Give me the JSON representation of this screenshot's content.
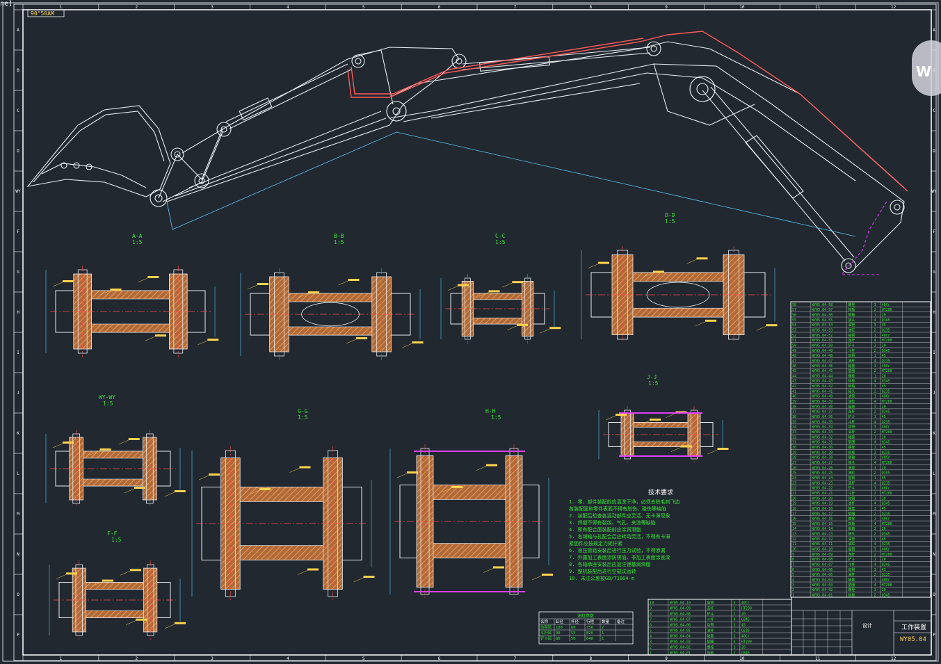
{
  "window": {
    "corner_text": "ne]"
  },
  "title_stamp": "90°50AM",
  "watermark": "W",
  "border_columns": [
    "1",
    "2",
    "3",
    "4",
    "5",
    "6",
    "7",
    "8",
    "9",
    "10",
    "11",
    "12"
  ],
  "border_rows": [
    "A",
    "B",
    "C",
    "D",
    "WY",
    "F",
    "G",
    "H",
    "I",
    "J",
    "K",
    "L",
    "M",
    "N",
    "O",
    "P"
  ],
  "sections": {
    "aa": {
      "label": "A-A",
      "scale": "1:5"
    },
    "bb": {
      "label": "B-B",
      "scale": "1:5"
    },
    "cc": {
      "label": "C-C",
      "scale": "1:5"
    },
    "dd": {
      "label": "D-D",
      "scale": "1:5"
    },
    "wy": {
      "label": "WY-WY",
      "scale": "1:5"
    },
    "gg": {
      "label": "G-G",
      "scale": "1:5"
    },
    "hh": {
      "label": "H-H",
      "scale": "1:5"
    },
    "jj": {
      "label": "J-J",
      "scale": "1:5"
    },
    "ff": {
      "label": "F-F",
      "scale": "1:5"
    }
  },
  "tech_requirements": {
    "heading": "技术要求",
    "lines": [
      "1. 零、部件装配前应清洗干净，必须去除毛刺飞边",
      "   各装配面和零件表面不得有划伤、碰伤等缺陷",
      "2. 装配后检查各运动部件应灵活、无卡滞现象",
      "3. 焊缝不得有裂纹、气孔、夹渣等缺陷",
      "4. 所有配合面装配前应涂润滑脂",
      "5. 各销轴与孔配合后应转动灵活，不得有卡滞",
      "   紧固件应按规定力矩拧紧",
      "6. 液压管路安装后进行压力试验，不得渗漏",
      "7. 外露加工表面涂防锈油，非加工表面涂底漆",
      "8. 各轴承座安装后应加注锂基润滑脂",
      "9. 整机装配后进行空载试运转",
      "10. 未注公差按GB/T1804-m"
    ]
  },
  "small_table": {
    "title": "油缸参数",
    "headers": [
      "名称",
      "缸径",
      "杆径",
      "行程",
      "数量",
      "备注"
    ],
    "rows": [
      [
        "动臂缸",
        "100",
        "60",
        "750",
        "2",
        ""
      ],
      [
        "斗杆缸",
        "90",
        "55",
        "820",
        "1",
        ""
      ],
      [
        "铲斗缸",
        "80",
        "50",
        "640",
        "1",
        ""
      ]
    ]
  },
  "title_block": {
    "drawing_type": "工作装置",
    "drawing_number": "WY05.04",
    "designer_label": "设计"
  },
  "parts_list": {
    "count": 58,
    "code_prefix": "WY05.04-",
    "names": [
      "销轴",
      "挡板",
      "螺栓",
      "垫圈",
      "轴套",
      "油杯",
      "动臂",
      "斗杆",
      "铲斗",
      "连杆",
      "摇臂",
      "油缸",
      "油管",
      "接头"
    ],
    "materials": [
      "45",
      "Q345",
      "20",
      "HT200",
      "40Cr",
      "Q235"
    ]
  }
}
